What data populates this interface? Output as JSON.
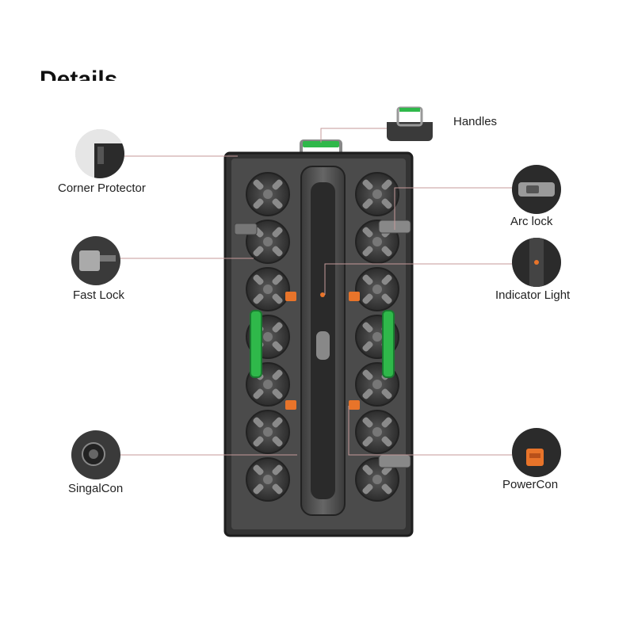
{
  "title": "Details",
  "callouts": {
    "handles": {
      "label": "Handles",
      "icon": "handle-icon"
    },
    "corner_protector": {
      "label": "Corner Protector",
      "icon": "corner-protector-icon"
    },
    "arc_lock": {
      "label": "Arc lock",
      "icon": "arc-lock-icon"
    },
    "fast_lock": {
      "label": "Fast Lock",
      "icon": "fast-lock-icon"
    },
    "indicator_light": {
      "label": "Indicator Light",
      "icon": "indicator-light-icon"
    },
    "signal_con": {
      "label": "SingalCon",
      "icon": "signal-connector-icon"
    },
    "power_con": {
      "label": "PowerCon",
      "icon": "power-connector-icon"
    }
  },
  "colors": {
    "leader_line": "#c49a9a",
    "handle_green": "#2fb84a",
    "connector_orange": "#e8742a",
    "panel_dark": "#2b2b2b",
    "panel_mid": "#4a4a4a"
  }
}
